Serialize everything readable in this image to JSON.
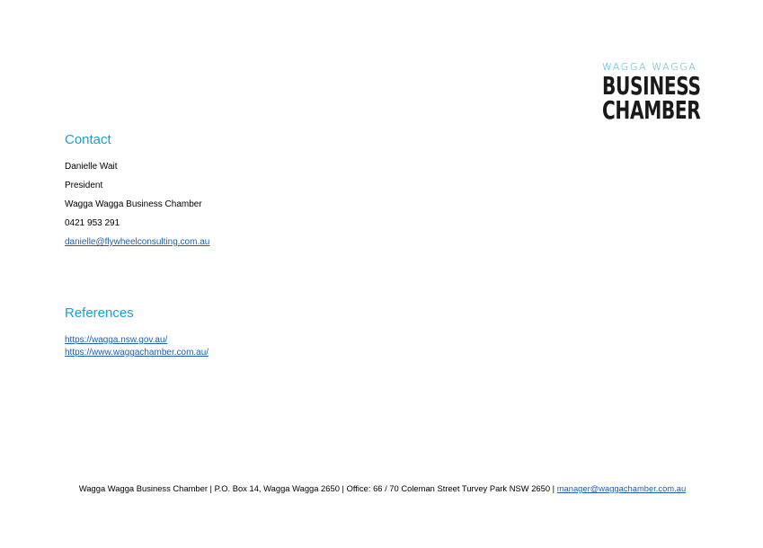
{
  "logo": {
    "top": "WAGGA WAGGA",
    "line1": "BUSINESS",
    "line2": "CHAMBER"
  },
  "contact": {
    "heading": "Contact",
    "name": "Danielle Wait",
    "title": "President",
    "organisation": "Wagga Wagga Business Chamber",
    "phone": "0421 953 291",
    "email": "danielle@flywheelconsulting.com.au"
  },
  "references": {
    "heading": "References",
    "links": [
      "https://wagga.nsw.gov.au/",
      "https://www.waggachamber.com.au/"
    ]
  },
  "footer": {
    "text": "Wagga Wagga Business Chamber | P.O. Box 14, Wagga Wagga 2650 | Office: 66 / 70 Coleman Street Turvey Park NSW 2650 | ",
    "email": "manager@waggachamber.com.au"
  },
  "colors": {
    "heading": "#17a2d6",
    "link": "#1f5fae",
    "logo_accent": "#3eb1d8",
    "logo_dark": "#1a1a1a"
  }
}
